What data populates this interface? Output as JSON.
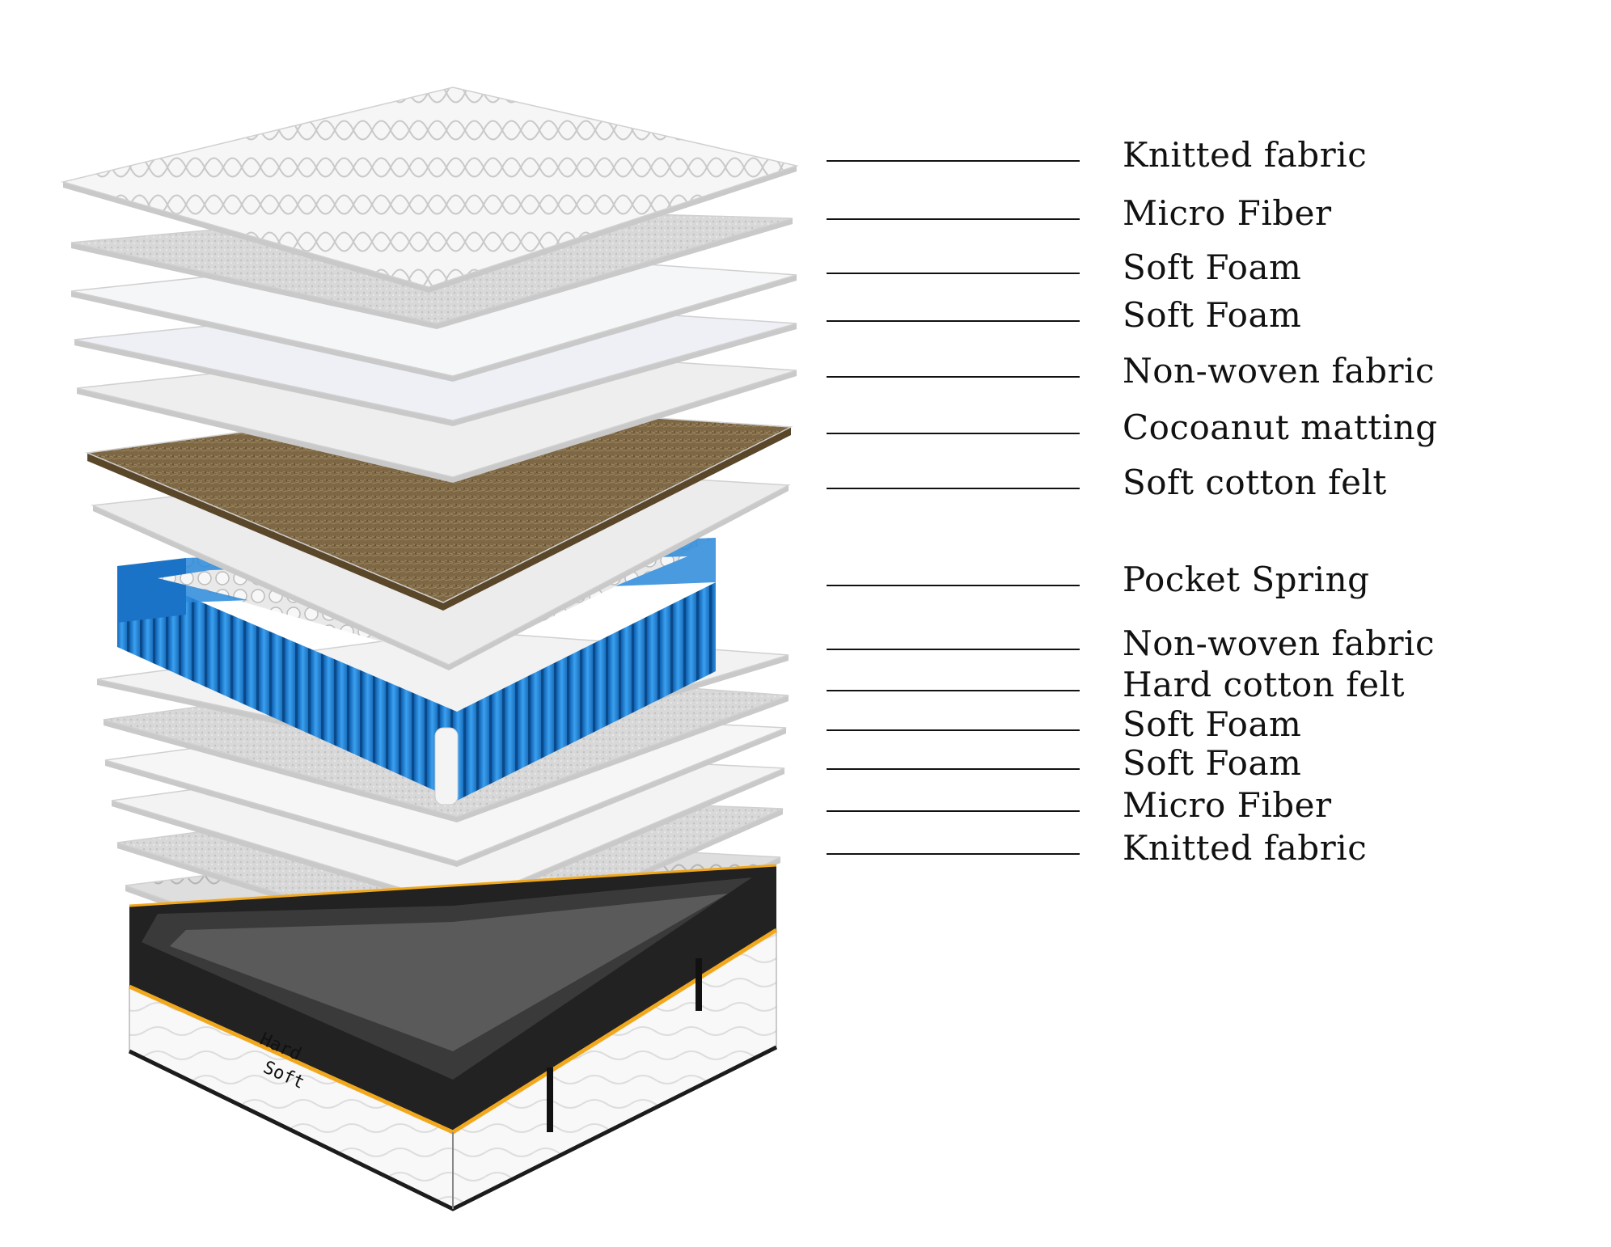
{
  "layers": [
    {
      "label": "Knitted fabric",
      "kind": "quilt",
      "color": "#f4f4f4"
    },
    {
      "label": "Micro Fiber",
      "kind": "fiber",
      "color": "#d9d9d9"
    },
    {
      "label": "Soft Foam",
      "kind": "foam",
      "color": "#f5f6f8"
    },
    {
      "label": "Soft Foam",
      "kind": "foam",
      "color": "#eef0f6"
    },
    {
      "label": "Non-woven fabric",
      "kind": "plain",
      "color": "#eeeeee"
    },
    {
      "label": "Cocoanut matting",
      "kind": "coir",
      "color": "#7d6744"
    },
    {
      "label": "Soft cotton felt",
      "kind": "plain",
      "color": "#ececec"
    },
    {
      "label": "Pocket Spring",
      "kind": "spring",
      "color": "#1d7fd6"
    },
    {
      "label": "Non-woven fabric",
      "kind": "plain",
      "color": "#f2f2f2"
    },
    {
      "label": "Hard cotton felt",
      "kind": "fiber",
      "color": "#d7d7d7"
    },
    {
      "label": "Soft Foam",
      "kind": "foam",
      "color": "#f6f6f6"
    },
    {
      "label": "Soft Foam",
      "kind": "foam",
      "color": "#f3f3f3"
    },
    {
      "label": "Micro Fiber",
      "kind": "fiber",
      "color": "#d3d3d3"
    },
    {
      "label": "Knitted fabric",
      "kind": "quilt",
      "color": "#dcdcdc"
    }
  ],
  "base": {
    "side_text_top": "Hard",
    "side_text_bottom": "Soft",
    "trim_color": "#f2a81d",
    "frame_color": "#222222"
  }
}
